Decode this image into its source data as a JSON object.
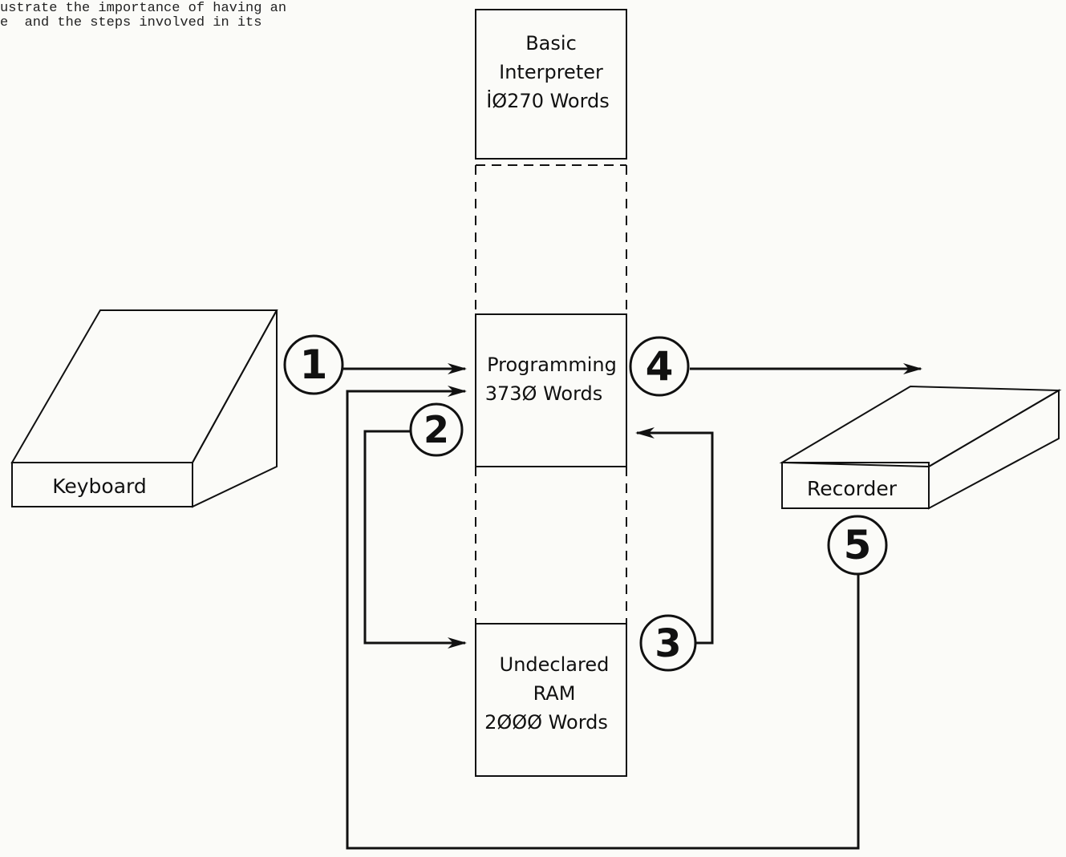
{
  "caption": {
    "line1": "ustrate the importance of having an",
    "line2": "e  and the steps involved in its"
  },
  "memory": {
    "interpreter": {
      "line1": "Basic",
      "line2": "Interpreter",
      "line3": "İØ270 Words"
    },
    "programming": {
      "line1": "Programming",
      "line2": "373Ø Words"
    },
    "ram": {
      "line1": "Undeclared",
      "line2": "RAM",
      "line3": "2ØØØ Words"
    }
  },
  "devices": {
    "keyboard": "Keyboard",
    "recorder": "Recorder"
  },
  "steps": [
    "1",
    "2",
    "3",
    "4",
    "5"
  ]
}
